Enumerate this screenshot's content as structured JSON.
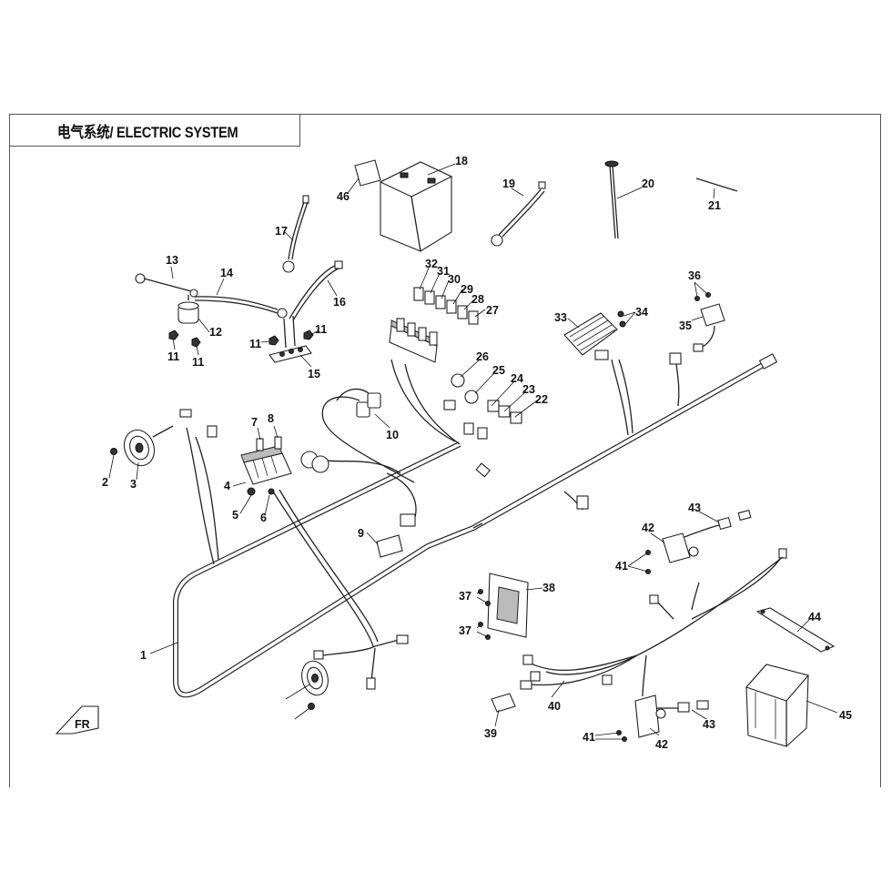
{
  "title": "电气系统/ ELECTRIC SYSTEM",
  "front_marker": "FR",
  "callouts": [
    "1",
    "2",
    "3",
    "4",
    "5",
    "6",
    "7",
    "8",
    "9",
    "10",
    "11",
    "12",
    "13",
    "14",
    "15",
    "16",
    "17",
    "18",
    "19",
    "20",
    "21",
    "22",
    "23",
    "24",
    "25",
    "26",
    "27",
    "28",
    "29",
    "30",
    "31",
    "32",
    "33",
    "34",
    "35",
    "36",
    "37",
    "38",
    "39",
    "40",
    "41",
    "42",
    "43",
    "44",
    "45",
    "46"
  ]
}
